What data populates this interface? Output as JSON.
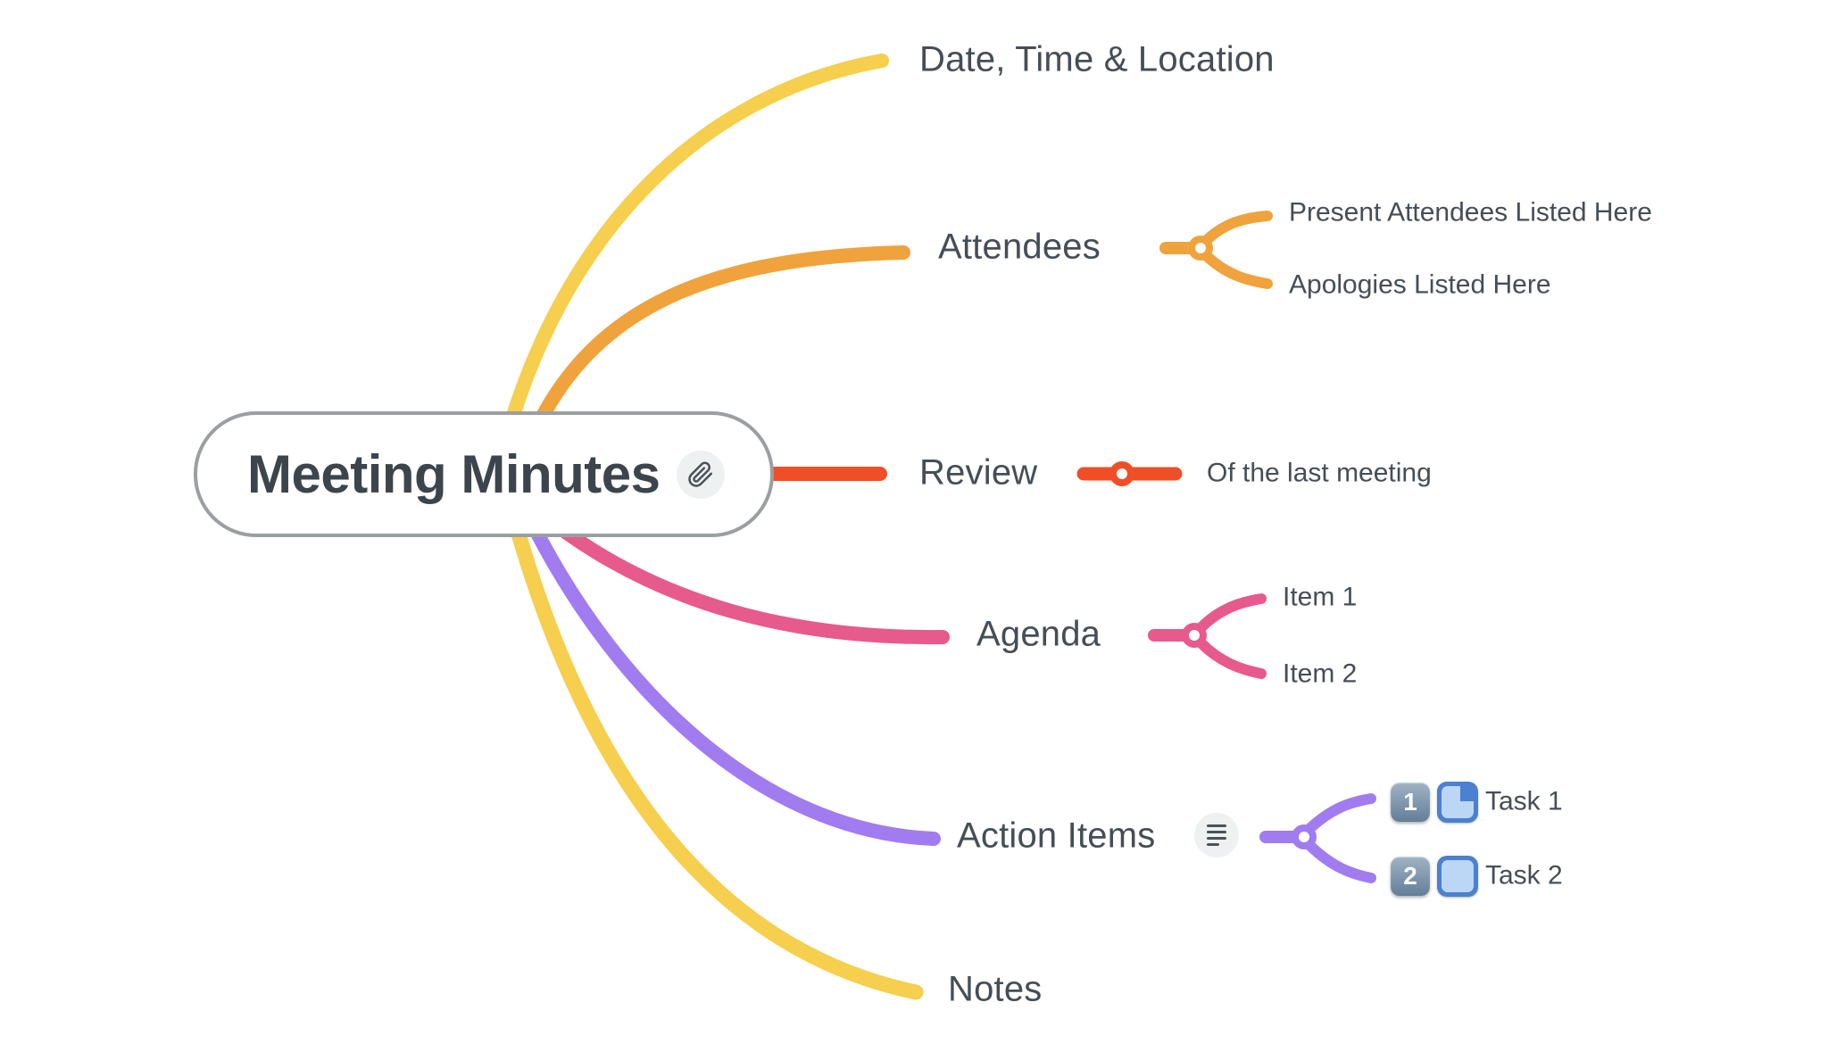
{
  "app": {
    "type": "mind-map",
    "background": "#FFFFFF"
  },
  "root": {
    "label": "Meeting Minutes",
    "attachment_icon": "paperclip-icon",
    "border_color": "#9B9FA2",
    "text_color": "#3D454C"
  },
  "palette": {
    "yellow": "#F5CF4D",
    "orange": "#F0A23C",
    "red": "#F04E26",
    "pink": "#E75A8C",
    "purple": "#A07CF0",
    "label_text": "#454E57",
    "icon_circle_bg": "#EDF1F2",
    "task_blue": "#4C80D0",
    "task_blue_light": "#BCD6F6",
    "badge_top": "#9FB3C5",
    "badge_bottom": "#647E99"
  },
  "branches": [
    {
      "id": "date_time_location",
      "label": "Date, Time & Location",
      "color": "#F5CF4D",
      "children": []
    },
    {
      "id": "attendees",
      "label": "Attendees",
      "color": "#F0A23C",
      "children": [
        {
          "label": "Present Attendees Listed Here"
        },
        {
          "label": "Apologies Listed Here"
        }
      ]
    },
    {
      "id": "review",
      "label": "Review",
      "color": "#F04E26",
      "children": [
        {
          "label": "Of the last meeting"
        }
      ]
    },
    {
      "id": "agenda",
      "label": "Agenda",
      "color": "#E75A8C",
      "children": [
        {
          "label": "Item 1"
        },
        {
          "label": "Item 2"
        }
      ]
    },
    {
      "id": "action_items",
      "label": "Action Items",
      "color": "#A07CF0",
      "note_icon": "note-lines-icon",
      "children": [
        {
          "label": "Task 1",
          "badge": "1",
          "progress": "partial"
        },
        {
          "label": "Task 2",
          "badge": "2",
          "progress": "empty"
        }
      ]
    },
    {
      "id": "notes",
      "label": "Notes",
      "color": "#F5CF4D",
      "children": []
    }
  ]
}
